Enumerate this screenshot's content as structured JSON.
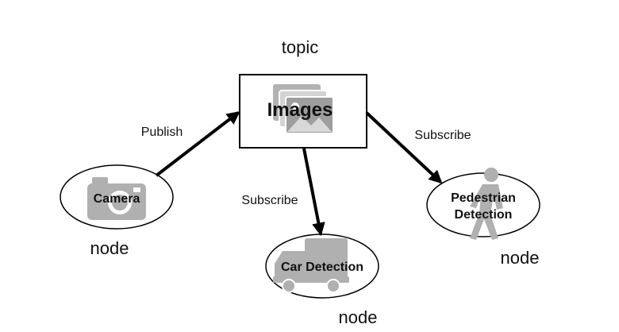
{
  "diagram": {
    "topic": {
      "caption": "topic",
      "label": "Images",
      "icon": "image-gallery-icon"
    },
    "nodes": [
      {
        "id": "camera",
        "label_lines": [
          "Camera"
        ],
        "caption": "node",
        "icon": "camera-icon"
      },
      {
        "id": "car",
        "label_lines": [
          "Car Detection"
        ],
        "caption": "node",
        "icon": "truck-icon"
      },
      {
        "id": "pedestrian",
        "label_lines": [
          "Pedestrian",
          "Detection"
        ],
        "caption": "node",
        "icon": "pedestrian-icon"
      }
    ],
    "edges": [
      {
        "from": "camera",
        "to": "topic",
        "label": "Publish"
      },
      {
        "from": "topic",
        "to": "car",
        "label": "Subscribe"
      },
      {
        "from": "topic",
        "to": "pedestrian",
        "label": "Subscribe"
      }
    ],
    "colors": {
      "stroke": "#000000",
      "icon_gray": "#b3b3b3",
      "text": "#111111"
    }
  }
}
